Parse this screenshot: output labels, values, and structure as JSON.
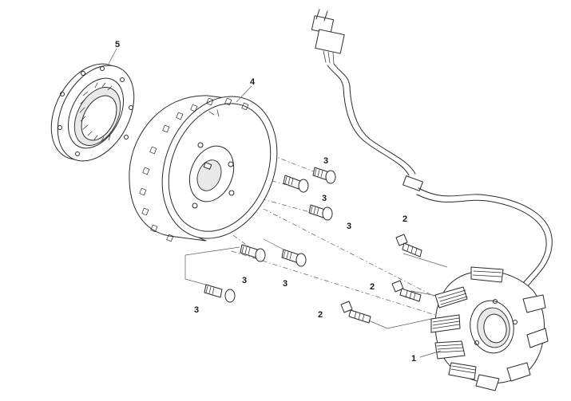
{
  "callouts": {
    "stator": "1",
    "stator_bolt_a": "2",
    "stator_bolt_b": "2",
    "stator_bolt_c": "2",
    "bolt_a": "3",
    "bolt_b": "3",
    "bolt_c": "3",
    "bolt_d": "3",
    "bolt_e": "3",
    "bolt_f": "3",
    "flywheel": "4",
    "one_way_clutch": "5"
  },
  "colors": {
    "line": "#2a2a2a",
    "background": "#ffffff"
  }
}
